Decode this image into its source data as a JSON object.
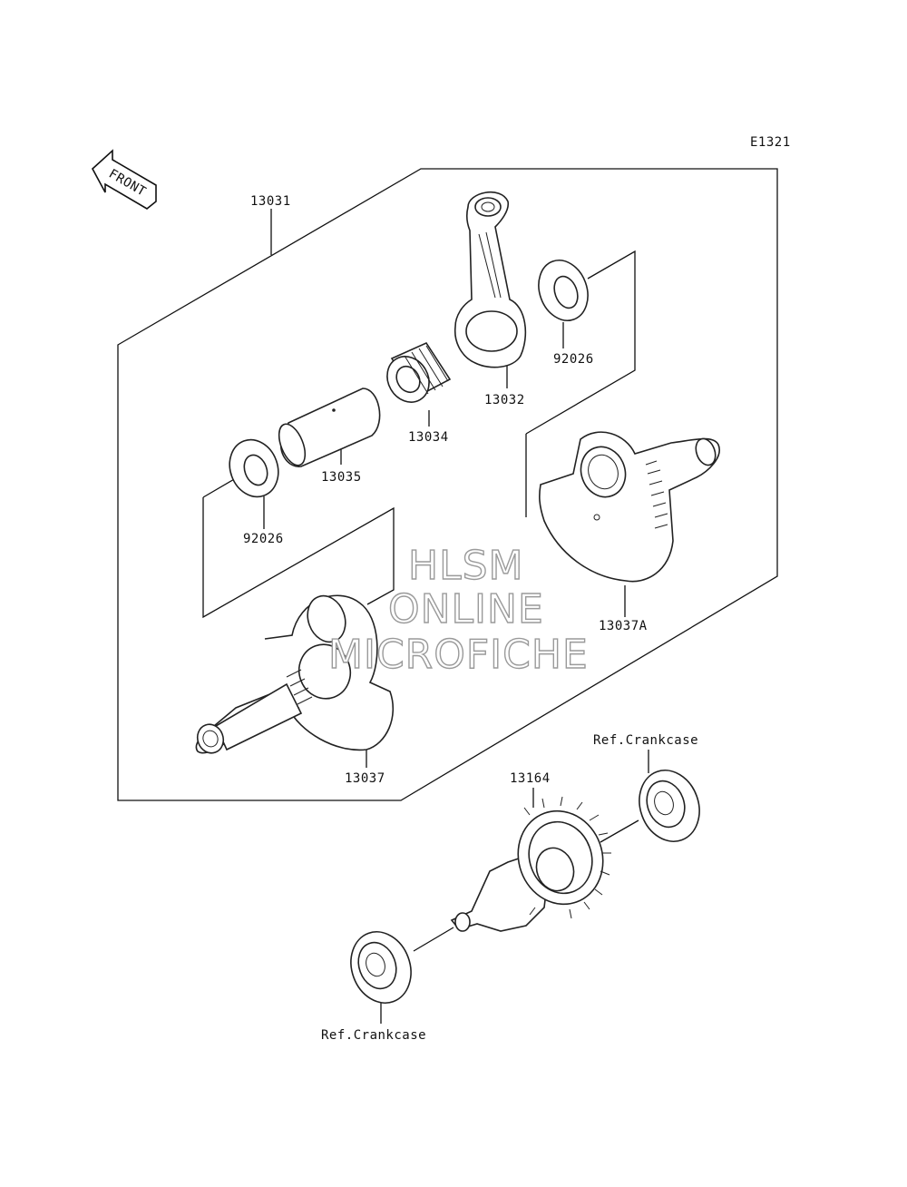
{
  "diagram_code": "E1321",
  "front_label": "FRONT",
  "labels": {
    "assembly": "13031",
    "rod": "13032",
    "bearing": "13034",
    "pin": "13035",
    "washer_right": "92026",
    "washer_left": "92026",
    "crank_right": "13037A",
    "crank_left": "13037",
    "balancer": "13164",
    "ref_top": "Ref.Crankcase",
    "ref_bottom": "Ref.Crankcase"
  },
  "watermark": {
    "line1": "HLSM",
    "line2": "ONLINE",
    "line3": "MICROFICHE"
  }
}
